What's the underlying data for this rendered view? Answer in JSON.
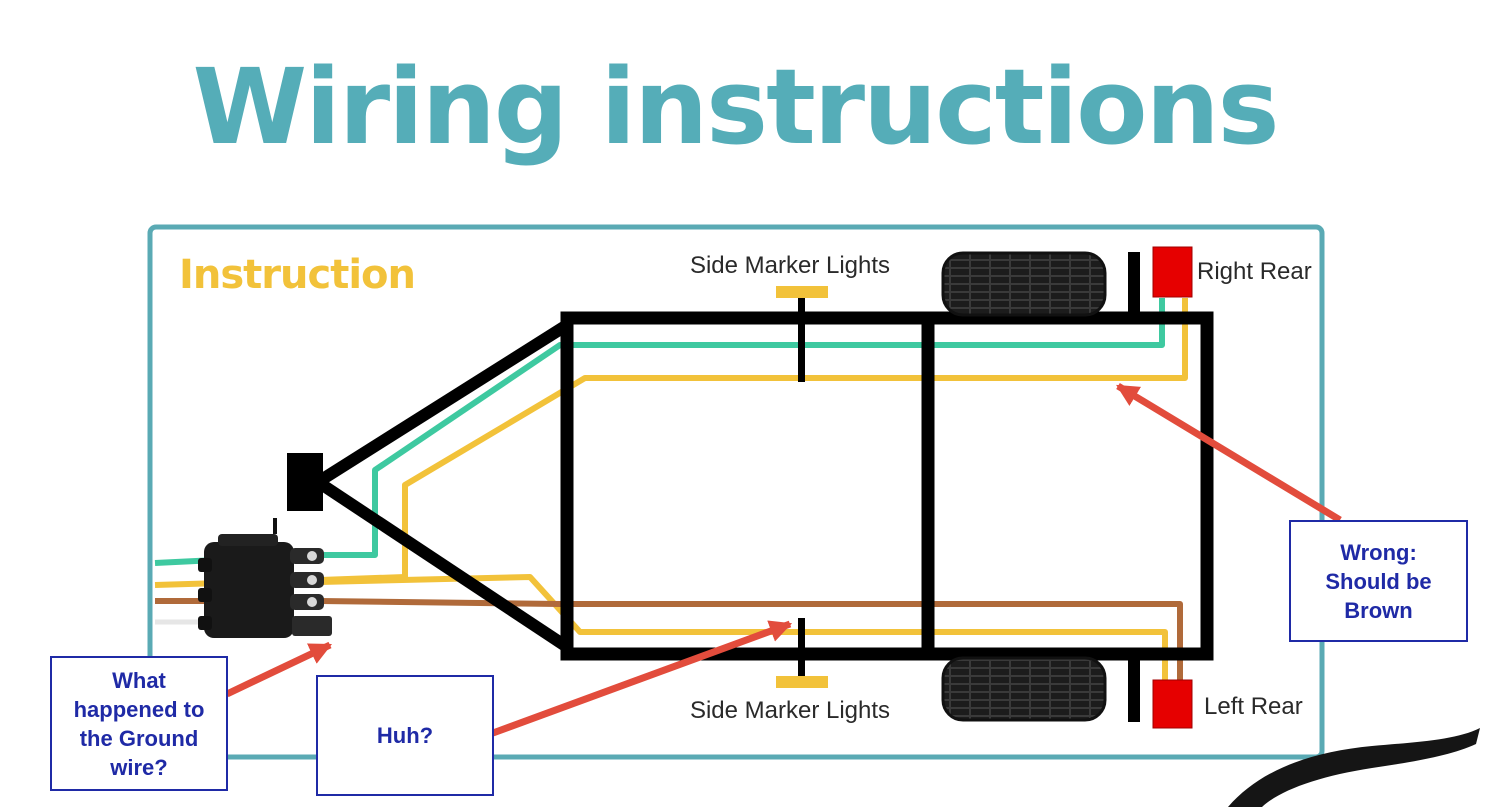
{
  "title": "Wiring instructions",
  "panel": {
    "heading": "Instruction",
    "labels": {
      "side_marker_top": "Side Marker Lights",
      "side_marker_bottom": "Side Marker Lights",
      "right_rear": "Right Rear",
      "left_rear": "Left Rear"
    }
  },
  "callouts": {
    "ground": "What\nhappened to\nthe Ground\nwire?",
    "huh": "Huh?",
    "wrong": "Wrong:\nShould be\nBrown"
  },
  "colors": {
    "title": "#55adb8",
    "panel_border": "#5aaab4",
    "heading": "#f2c23a",
    "frame": "#000000",
    "wire_green": "#3ec9a0",
    "wire_yellow": "#f2c23a",
    "wire_brown": "#b06a3a",
    "lamp_red": "#e60000",
    "marker_amber": "#f2c23a",
    "callout": "#1f2aa6",
    "arrow": "#e24c3c"
  }
}
